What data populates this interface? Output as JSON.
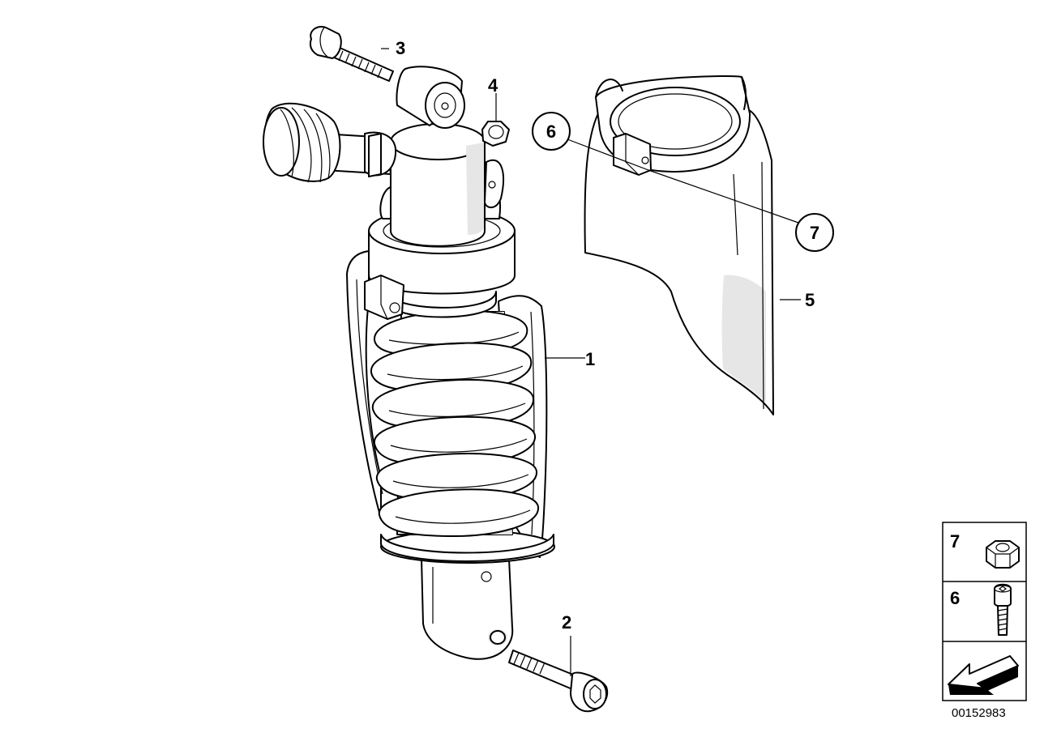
{
  "callouts": {
    "shock_absorber": "1",
    "lower_bolt": "2",
    "upper_bolt": "3",
    "nut": "4",
    "cover": "5",
    "screw_ref": "6",
    "nut_ref": "7"
  },
  "legend": {
    "nut": "7",
    "screw": "6"
  },
  "document_number": "00152983",
  "colors": {
    "line": "#000000",
    "background": "#ffffff",
    "shading": "#e6e6e6"
  },
  "icons": [
    "hex-nut-icon",
    "socket-screw-icon",
    "arrow-icon"
  ]
}
